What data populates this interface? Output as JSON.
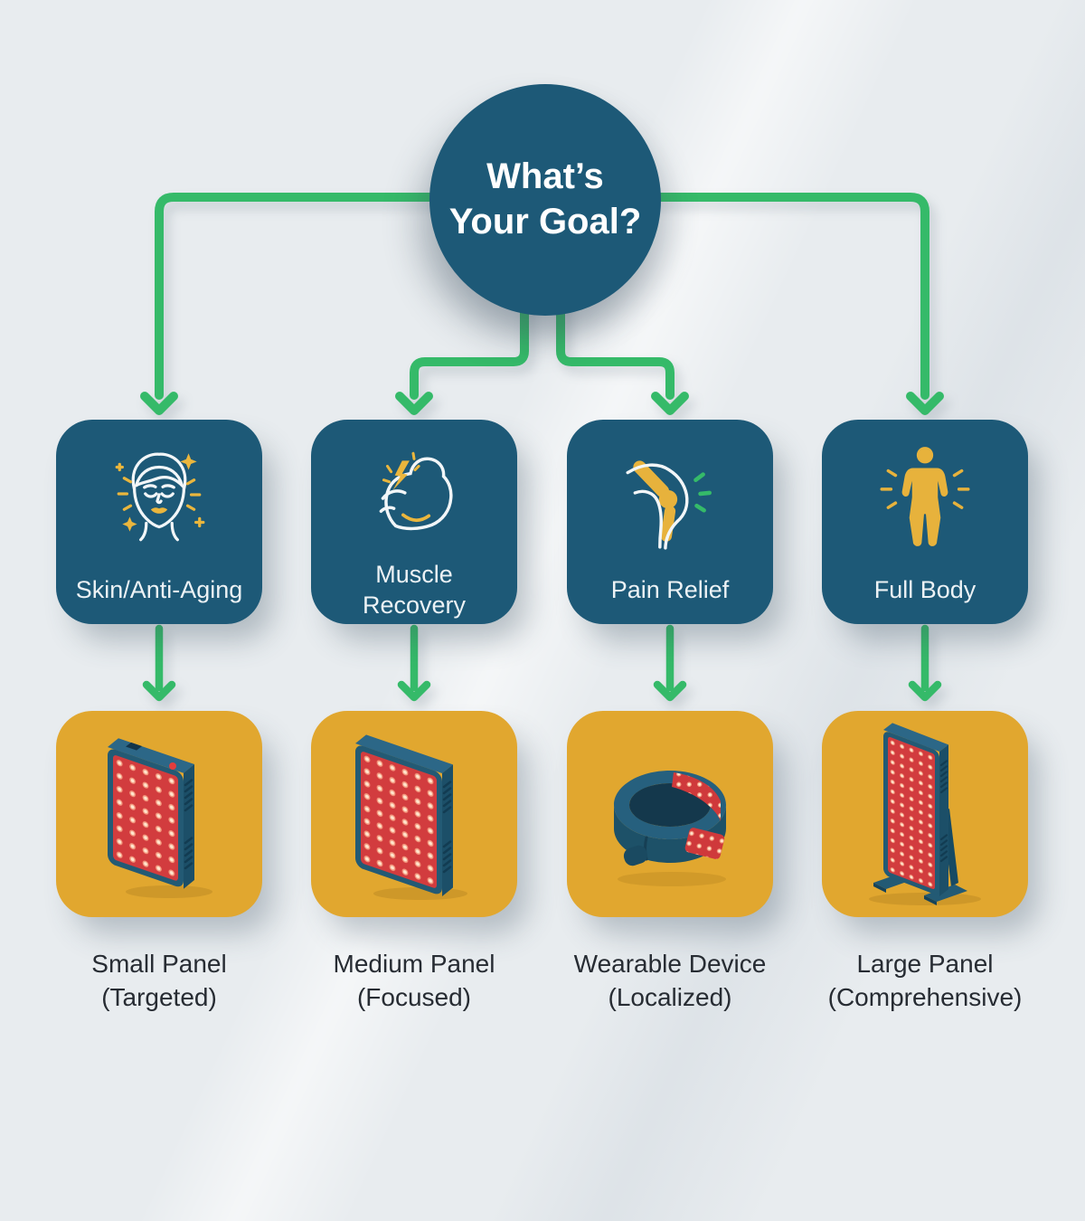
{
  "root": {
    "line1": "What’s",
    "line2": "Your Goal?"
  },
  "goals": [
    {
      "label": "Skin/Anti-Aging",
      "line1": "Skin/Anti-Aging",
      "line2": "",
      "icon": "face-anti-aging-icon"
    },
    {
      "label": "Muscle Recovery",
      "line1": "Muscle",
      "line2": "Recovery",
      "icon": "flexed-bicep-icon"
    },
    {
      "label": "Pain Relief",
      "line1": "Pain Relief",
      "line2": "",
      "icon": "knee-joint-icon"
    },
    {
      "label": "Full Body",
      "line1": "Full Body",
      "line2": "",
      "icon": "full-body-icon"
    }
  ],
  "devices": [
    {
      "label": "Small Panel (Targeted)",
      "line1": "Small Panel",
      "line2": "(Targeted)",
      "icon": "small-led-panel-illustration"
    },
    {
      "label": "Medium Panel (Focused)",
      "line1": "Medium Panel",
      "line2": "(Focused)",
      "icon": "medium-led-panel-illustration"
    },
    {
      "label": "Wearable Device (Localized)",
      "line1": "Wearable Device",
      "line2": "(Localized)",
      "icon": "wearable-band-illustration"
    },
    {
      "label": "Large Panel (Comprehensive)",
      "line1": "Large Panel",
      "line2": "(Comprehensive)",
      "icon": "large-led-panel-illustration"
    }
  ],
  "colors": {
    "background": "#e8ecef",
    "node_teal": "#1d5977",
    "arrow_green": "#35ba69",
    "device_box_yellow": "#e1a72f",
    "accent_yellow": "#eab63d",
    "led_red": "#d23c3e",
    "caption_text": "#272c33",
    "node_text": "#ffffff"
  }
}
